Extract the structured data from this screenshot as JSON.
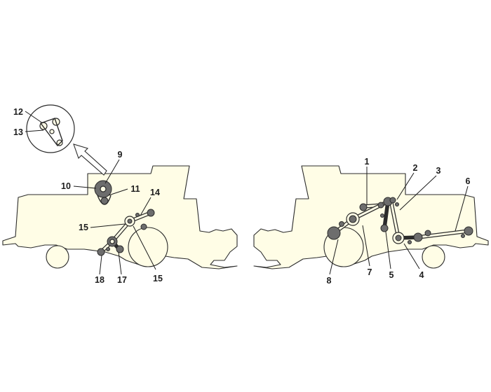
{
  "labels": {
    "l1": "1",
    "l2": "2",
    "l3": "3",
    "l4": "4",
    "l5": "5",
    "l6": "6",
    "l7": "7",
    "l8": "8",
    "l9": "9",
    "l10": "10",
    "l11": "11",
    "l12": "12",
    "l13": "13",
    "l14": "14",
    "l15a": "15",
    "l15b": "15",
    "l17": "17",
    "l18": "18"
  },
  "colors": {
    "body_fill": "#fffde6",
    "outline": "#2b2b2b",
    "pulley": "#6d6d6d"
  }
}
